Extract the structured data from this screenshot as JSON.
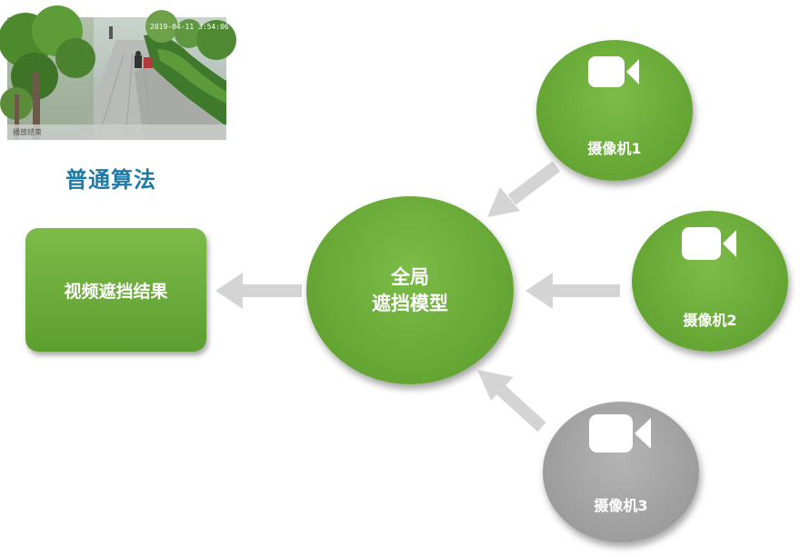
{
  "thumbnail": {
    "timestamp": "2019-04-11  3:54:06",
    "watermark": "播放结束"
  },
  "caption": "普通算法",
  "result_box": {
    "label": "视频遮挡结果"
  },
  "model": {
    "line1": "全局",
    "line2": "遮挡模型"
  },
  "cameras": [
    {
      "label": "摄像机1",
      "icon": "video-camera-icon",
      "state": "active",
      "color": "#64a533"
    },
    {
      "label": "摄像机2",
      "icon": "video-camera-icon",
      "state": "active",
      "color": "#64a533"
    },
    {
      "label": "摄像机3",
      "icon": "video-camera-icon",
      "state": "inactive",
      "color": "#9b9b9b"
    }
  ],
  "colors": {
    "accent_green": "#64a533",
    "caption_blue": "#1f7aa6",
    "arrow_gray": "#d3d3d3",
    "inactive_gray": "#9b9b9b"
  }
}
